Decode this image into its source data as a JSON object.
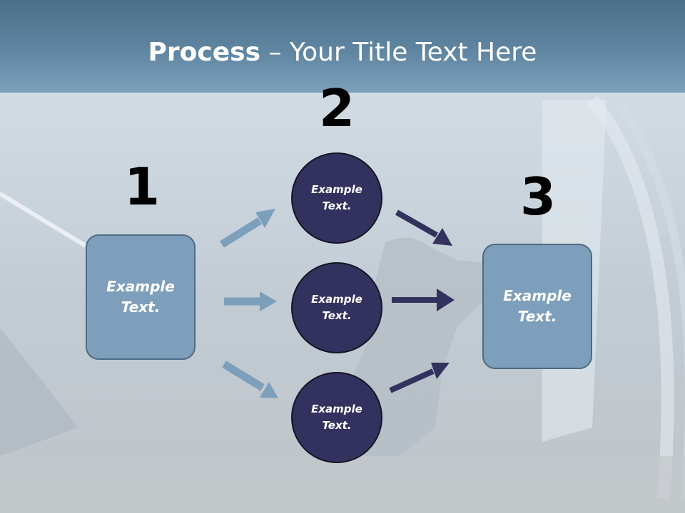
{
  "title": {
    "bold": "Process",
    "rest": " – Your Title Text Here"
  },
  "steps": {
    "one": "1",
    "two": "2",
    "three": "3"
  },
  "left_box": {
    "text": "Example\nText."
  },
  "right_box": {
    "text": "Example\nText."
  },
  "circles": [
    {
      "text": "Example\nText."
    },
    {
      "text": "Example\nText."
    },
    {
      "text": "Example\nText."
    }
  ],
  "colors": {
    "header": "#5f85a1",
    "box_fill": "#7e9fbb",
    "circle_fill": "#33325f",
    "light_arrow": "#7c9fbc",
    "dark_arrow": "#33325f"
  }
}
